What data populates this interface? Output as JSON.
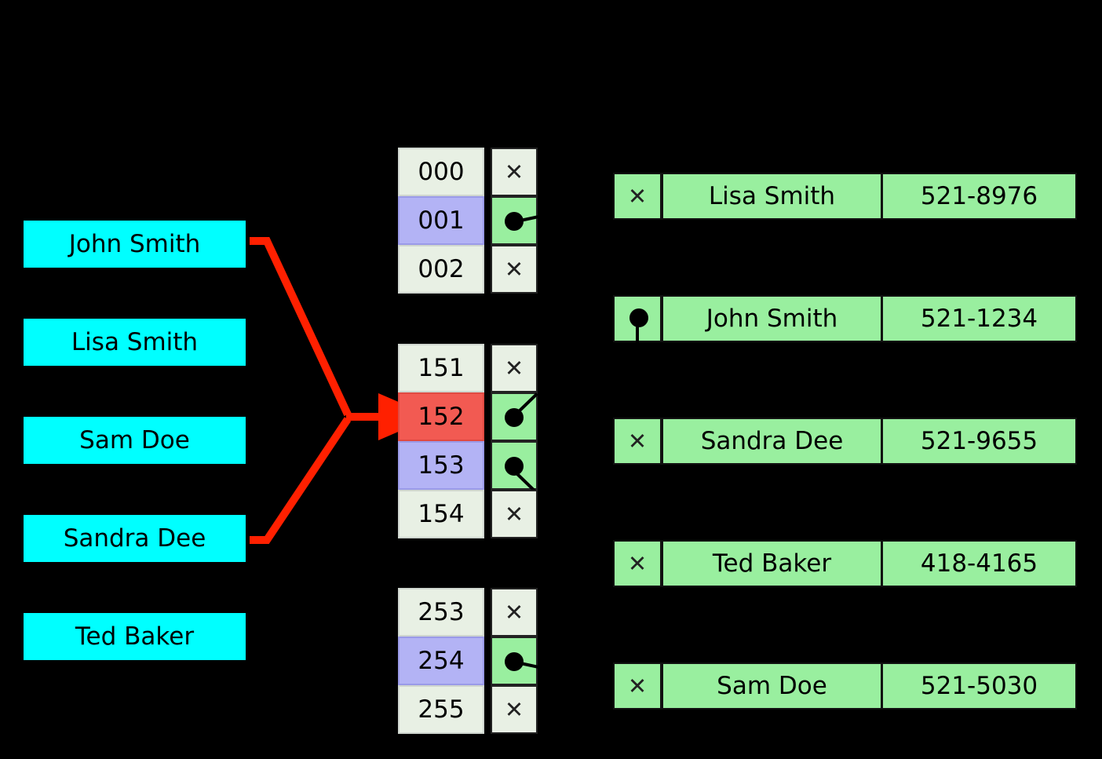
{
  "diagram": {
    "title": "hash-table-with-chaining-diagram",
    "colors": {
      "key_box": "#00ffff",
      "bucket_empty": "#e8f0e4",
      "bucket_highlight_blue": "#b3b3f5",
      "bucket_highlight_red": "#f25a52",
      "record_green": "#99ef9f",
      "arrow_red": "#ff2000",
      "background": "#000000"
    },
    "keys": [
      {
        "label": "John Smith"
      },
      {
        "label": "Lisa Smith"
      },
      {
        "label": "Sam Doe"
      },
      {
        "label": "Sandra Dee"
      },
      {
        "label": "Ted Baker"
      }
    ],
    "bucket_groups": [
      {
        "group": "group-000",
        "buckets": [
          {
            "index": "000",
            "state": "empty",
            "slot": "x",
            "highlight": "none"
          },
          {
            "index": "001",
            "state": "filled",
            "slot": "dot",
            "highlight": "blue"
          },
          {
            "index": "002",
            "state": "empty",
            "slot": "x",
            "highlight": "none"
          }
        ]
      },
      {
        "group": "group-151",
        "buckets": [
          {
            "index": "151",
            "state": "empty",
            "slot": "x",
            "highlight": "none"
          },
          {
            "index": "152",
            "state": "filled",
            "slot": "dot",
            "highlight": "red"
          },
          {
            "index": "153",
            "state": "filled",
            "slot": "dot",
            "highlight": "blue"
          },
          {
            "index": "154",
            "state": "empty",
            "slot": "x",
            "highlight": "none"
          }
        ]
      },
      {
        "group": "group-253",
        "buckets": [
          {
            "index": "253",
            "state": "empty",
            "slot": "x",
            "highlight": "none"
          },
          {
            "index": "254",
            "state": "filled",
            "slot": "dot",
            "highlight": "blue"
          },
          {
            "index": "255",
            "state": "empty",
            "slot": "x",
            "highlight": "none"
          }
        ]
      }
    ],
    "records": [
      {
        "pointer": "x",
        "name": "Lisa Smith",
        "phone": "521-8976"
      },
      {
        "pointer": "dot",
        "name": "John Smith",
        "phone": "521-1234"
      },
      {
        "pointer": "x",
        "name": "Sandra Dee",
        "phone": "521-9655"
      },
      {
        "pointer": "x",
        "name": "Ted Baker",
        "phone": "418-4165"
      },
      {
        "pointer": "x",
        "name": "Sam Doe",
        "phone": "521-5030"
      }
    ],
    "glyphs": {
      "null_mark": "✕",
      "pointer_mark": "●"
    }
  }
}
